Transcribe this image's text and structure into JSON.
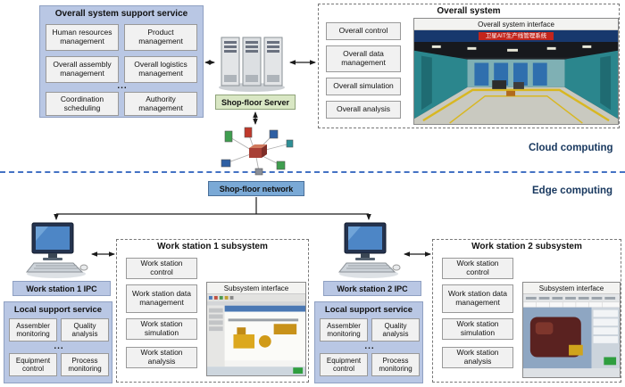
{
  "colors": {
    "panel_bg": "#b9c7e4",
    "module_bg": "#f1f1f1",
    "server_tag_bg": "#d9e7c4",
    "network_tag_bg": "#7aa9d6",
    "divider": "#4472c4",
    "zone_text": "#17375e"
  },
  "labels": {
    "cloud": "Cloud computing",
    "edge": "Edge computing",
    "ellipsis": "..."
  },
  "support_service": {
    "title": "Overall system support service",
    "items": [
      "Human resources management",
      "Product management",
      "Overall assembly management",
      "Overall logistics management",
      "Coordination scheduling",
      "Authority management"
    ]
  },
  "server": {
    "label": "Shop-floor Server"
  },
  "network": {
    "label": "Shop-floor network"
  },
  "overall_system": {
    "title": "Overall system",
    "modules": [
      "Overall control",
      "Overall data management",
      "Overall simulation",
      "Overall analysis"
    ],
    "interface": {
      "title": "Overall system interface",
      "banner": "卫星AIT生产线管理系统"
    }
  },
  "workstation1": {
    "ipc_label": "Work station 1 IPC",
    "local_service": {
      "title": "Local support service",
      "items": [
        "Assembler monitoring",
        "Quality analysis",
        "Equipment control",
        "Process monitoring"
      ]
    },
    "subsystem": {
      "title": "Work station 1 subsystem",
      "modules": [
        "Work station control",
        "Work station data management",
        "Work station simulation",
        "Work station analysis"
      ],
      "interface_title": "Subsystem interface"
    }
  },
  "workstation2": {
    "ipc_label": "Work station 2 IPC",
    "local_service": {
      "title": "Local support service",
      "items": [
        "Assembler monitoring",
        "Quality analysis",
        "Equipment control",
        "Process monitoring"
      ]
    },
    "subsystem": {
      "title": "Work station 2 subsystem",
      "modules": [
        "Work station control",
        "Work station data management",
        "Work station simulation",
        "Work station analysis"
      ],
      "interface_title": "Subsystem interface"
    }
  }
}
